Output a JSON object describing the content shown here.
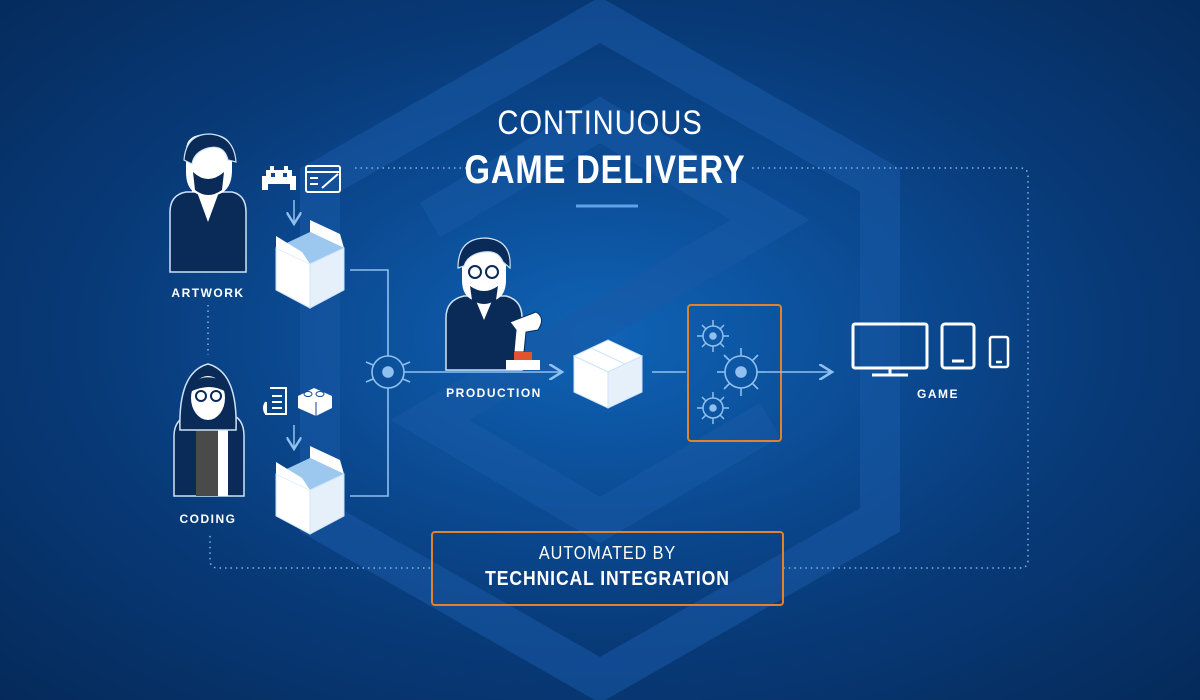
{
  "title": {
    "line1": "CONTINUOUS",
    "line2": "GAME DELIVERY"
  },
  "nodes": {
    "artwork": "ARTWORK",
    "coding": "CODING",
    "production": "PRODUCTION",
    "game": "GAME"
  },
  "automation": {
    "line1": "AUTOMATED BY",
    "line2": "TECHNICAL INTEGRATION"
  },
  "colors": {
    "accent": "#e0822e",
    "line": "#8fc0ef",
    "box_fill": "#ffffff",
    "box_inner": "#9cc8f0",
    "person": "#0a2a57"
  },
  "icons": [
    "space-invader-icon",
    "drawing-tablet-icon",
    "script-scroll-icon",
    "lego-brick-icon",
    "gear-icon",
    "box-icon",
    "monitor-icon",
    "tablet-icon",
    "phone-icon",
    "push-button-icon"
  ]
}
